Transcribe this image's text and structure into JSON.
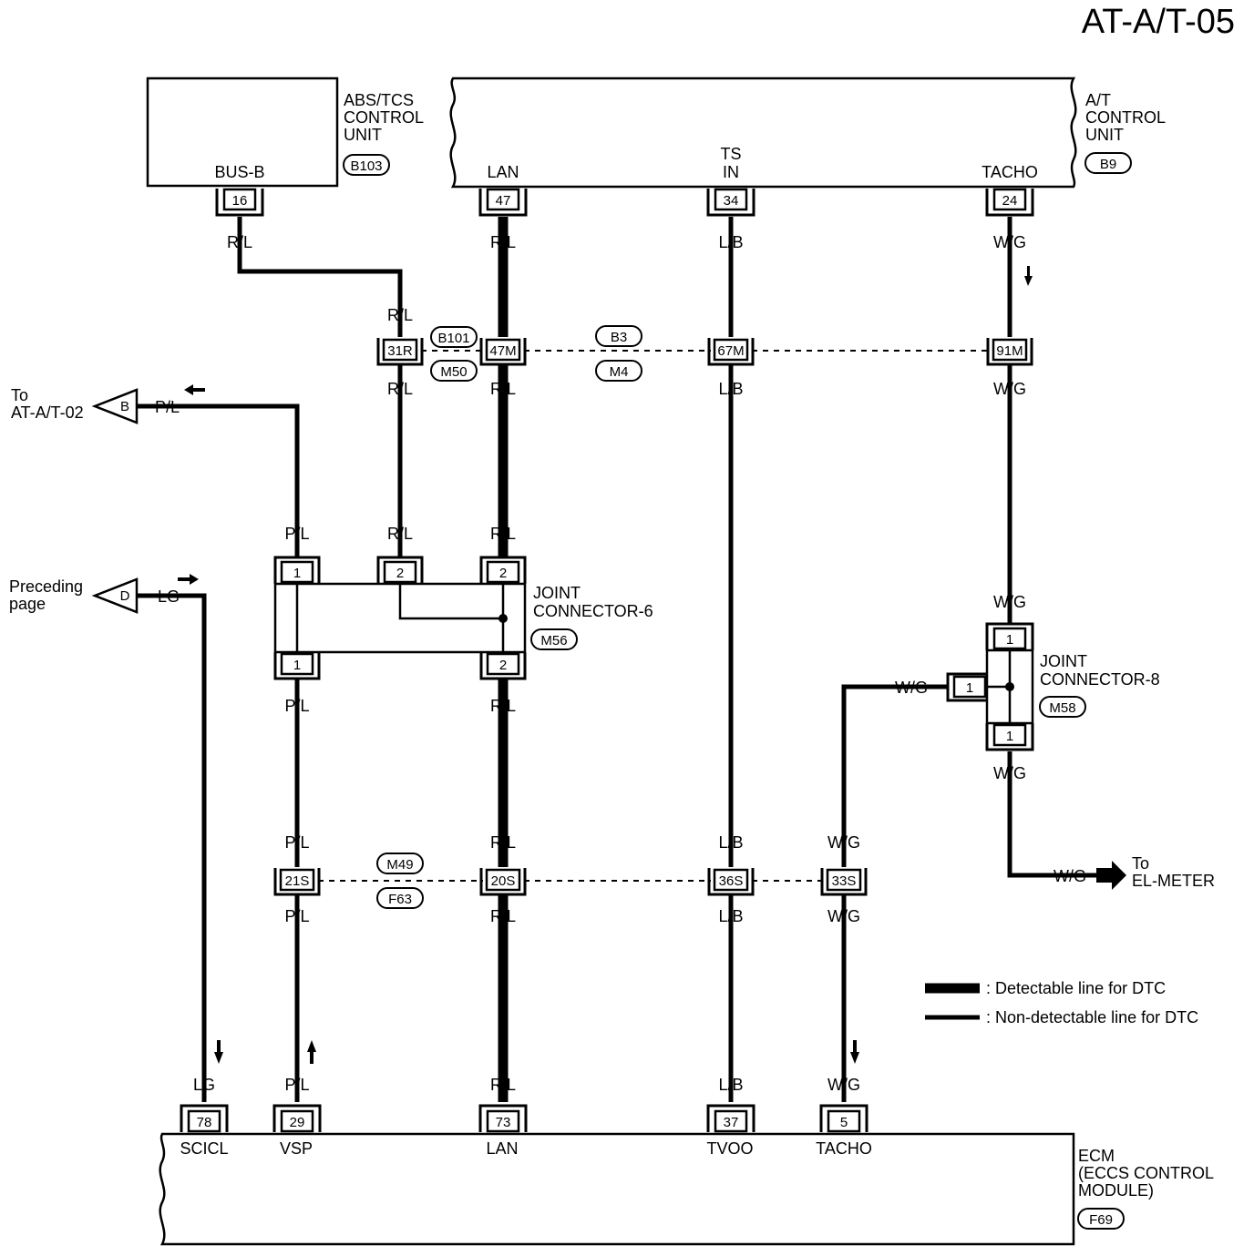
{
  "title": "AT-A/T-05",
  "modules": {
    "abs_tcs": {
      "name_lines": [
        "ABS/TCS",
        "CONTROL",
        "UNIT"
      ],
      "code": "B103",
      "terminal_label": "BUS-B",
      "terminal_pin": "16"
    },
    "atcu": {
      "name_lines": [
        "A/T",
        "CONTROL",
        "UNIT"
      ],
      "code": "B9",
      "terminals": [
        {
          "label": "LAN",
          "pin": "47"
        },
        {
          "label": "TS IN",
          "label_lines": [
            "TS",
            "IN"
          ],
          "pin": "34"
        },
        {
          "label": "TACHO",
          "pin": "24"
        }
      ]
    },
    "ecm": {
      "name_lines": [
        "ECM",
        "(ECCS CONTROL",
        "MODULE)"
      ],
      "code": "F69",
      "terminals": [
        {
          "label": "SCICL",
          "pin": "78"
        },
        {
          "label": "VSP",
          "pin": "29"
        },
        {
          "label": "LAN",
          "pin": "73"
        },
        {
          "label": "TVOO",
          "pin": "37"
        },
        {
          "label": "TACHO",
          "pin": "5"
        }
      ]
    }
  },
  "connectors": {
    "upper_codes": [
      "B101",
      "M50",
      "B3",
      "M4"
    ],
    "upper_pins": [
      "31R",
      "47M",
      "67M",
      "91M"
    ],
    "lower_codes": [
      "M49",
      "F63"
    ],
    "lower_pins": [
      "21S",
      "20S",
      "36S",
      "33S"
    ]
  },
  "joint6": {
    "name_lines": [
      "JOINT",
      "CONNECTOR-6"
    ],
    "code": "M56",
    "top_pins": [
      "1",
      "2",
      "2"
    ],
    "bottom_pins": [
      "1",
      "2"
    ]
  },
  "joint8": {
    "name_lines": [
      "JOINT",
      "CONNECTOR-8"
    ],
    "code": "M58",
    "pins": [
      "1",
      "1",
      "1"
    ]
  },
  "wires": {
    "rl": "R/L",
    "pl": "P/L",
    "lb": "L/B",
    "wg": "W/G",
    "lg": "LG"
  },
  "refs": {
    "to_at02": {
      "to": "To",
      "target": "AT-A/T-02",
      "letter": "B"
    },
    "preceding": {
      "line1": "Preceding",
      "line2": "page",
      "letter": "D"
    },
    "el_meter": {
      "to": "To",
      "target": "EL-METER"
    }
  },
  "legend": {
    "detectable": ": Detectable line for DTC",
    "non_detectable": ": Non-detectable line for DTC"
  }
}
